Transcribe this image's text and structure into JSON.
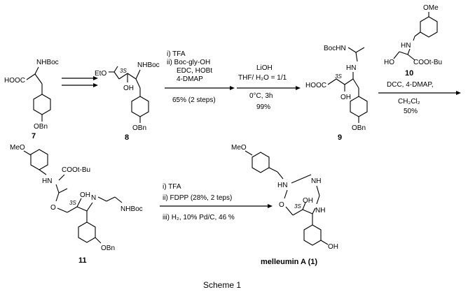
{
  "compounds": {
    "c7": {
      "number": "7",
      "cooh": "HOOC",
      "nhboc": "NHBoc",
      "obn": "OBn"
    },
    "c8": {
      "number": "8",
      "eto": "EtO",
      "stereo": "3S",
      "nhboc": "NHBoc",
      "oh": "OH",
      "obn": "OBn"
    },
    "c9": {
      "number": "9",
      "bochn": "BocHN",
      "hooc": "HOOC",
      "stereo": "3S",
      "hn": "HN",
      "oh": "OH",
      "obn": "OBn"
    },
    "c10": {
      "number": "10",
      "ome": "OMe",
      "hn": "HN",
      "ho": "HO",
      "ester": "COOt-Bu"
    },
    "c11": {
      "number": "11",
      "meo": "MeO",
      "hn": "HN",
      "ester": "COOt-Bu",
      "o": "O",
      "stereo": "3S",
      "oh": "OH",
      "n": "N",
      "nhboc": "NHBoc",
      "obn": "OBn"
    },
    "product": {
      "name": "melleumin A (1)",
      "meo": "MeO",
      "hn": "HN",
      "nh": "NH",
      "o": "O",
      "stereo": "3S",
      "oh": "OH",
      "nh2": "NH",
      "phoh": "OH"
    }
  },
  "steps": {
    "step1": {
      "lines": [
        "i) TFA",
        "ii) Boc-gly-OH",
        "EDC, HOBt",
        "4-DMAP"
      ],
      "yield": "65% (2 steps)"
    },
    "step2": {
      "lines": [
        "LiOH",
        "THF/ H₂O = 1/1"
      ],
      "below": [
        "0°C, 3h",
        "99%"
      ]
    },
    "step3": {
      "above": "DCC, 4-DMAP,",
      "below": [
        "CH₂Cl₂",
        "50%"
      ]
    },
    "step4": {
      "lines": [
        "i) TFA",
        "ii) FDPP (28%, 2 teps)",
        "iii) H₂, 10% Pd/C, 46 %"
      ]
    }
  },
  "caption": "Scheme 1"
}
